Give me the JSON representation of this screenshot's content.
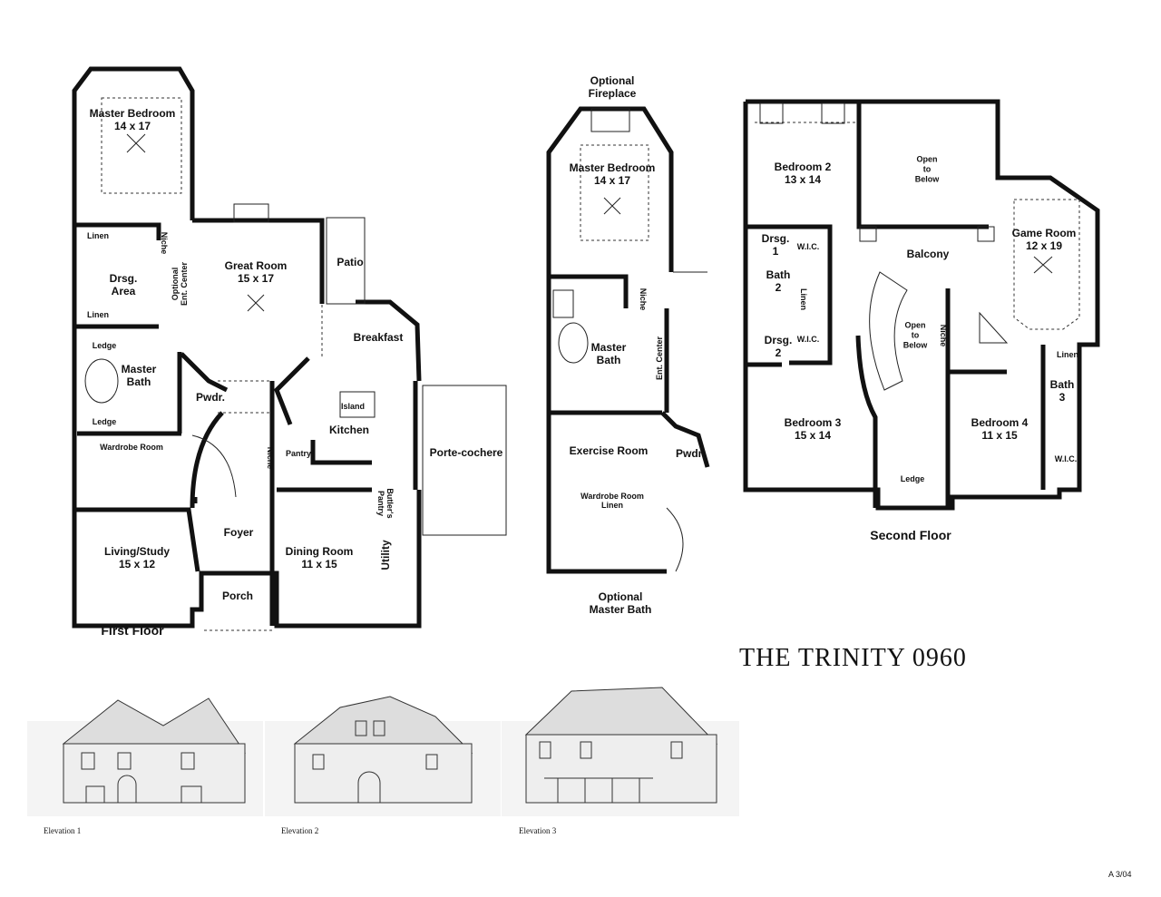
{
  "title": "THE TRINITY  0960",
  "sheet_code": "A 3/04",
  "first_floor": {
    "label": "First Floor",
    "rooms": {
      "master_bedroom": "Master Bedroom",
      "master_bedroom_size": "14 x 17",
      "linen_1": "Linen",
      "linen_2": "Linen",
      "niche_1": "Niche",
      "drsg_area": "Drsg.",
      "drsg_area_2": "Area",
      "optional_ent_1": "Optional",
      "optional_ent_2": "Ent. Center",
      "great_room": "Great Room",
      "great_room_size": "15 x 17",
      "patio": "Patio",
      "breakfast": "Breakfast",
      "ledge_1": "Ledge",
      "ledge_2": "Ledge",
      "master_bath": "Master",
      "master_bath_2": "Bath",
      "pwdr": "Pwdr.",
      "island": "Island",
      "kitchen": "Kitchen",
      "wardrobe_room": "Wardrobe Room",
      "niche_2": "Niche",
      "pantry": "Pantry",
      "porte_cochere": "Porte-cochere",
      "butlers_pantry_1": "Butler's",
      "butlers_pantry_2": "Pantry",
      "foyer": "Foyer",
      "living_study": "Living/Study",
      "living_study_size": "15 x 12",
      "dining_room": "Dining Room",
      "dining_room_size": "11 x 15",
      "utility": "Utility",
      "porch": "Porch"
    }
  },
  "optional_plan": {
    "fireplace_1": "Optional",
    "fireplace_2": "Fireplace",
    "master_bedroom": "Master Bedroom",
    "master_bedroom_size": "14 x 17",
    "niche": "Niche",
    "master_bath": "Master",
    "master_bath_2": "Bath",
    "ent_center": "Ent. Center",
    "exercise_room": "Exercise Room",
    "pwdr": "Pwdr.",
    "wardrobe_room": "Wardrobe Room",
    "linen": "Linen",
    "caption_1": "Optional",
    "caption_2": "Master Bath"
  },
  "second_floor": {
    "label": "Second Floor",
    "rooms": {
      "bedroom_2": "Bedroom 2",
      "bedroom_2_size": "13 x 14",
      "open_below_1a": "Open",
      "open_below_1b": "to",
      "open_below_1c": "Below",
      "drsg_1a": "Drsg.",
      "drsg_1b": "1",
      "wic_1": "W.I.C.",
      "balcony": "Balcony",
      "game_room": "Game Room",
      "game_room_size": "12 x 19",
      "bath_2a": "Bath",
      "bath_2b": "2",
      "linen_1": "Linen",
      "open_below_2a": "Open",
      "open_below_2b": "to",
      "open_below_2c": "Below",
      "niche": "Niche",
      "drsg_2a": "Drsg.",
      "drsg_2b": "2",
      "wic_2": "W.I.C.",
      "linen_2": "Linen",
      "bath_3a": "Bath",
      "bath_3b": "3",
      "bedroom_3": "Bedroom 3",
      "bedroom_3_size": "15 x 14",
      "bedroom_4": "Bedroom 4",
      "bedroom_4_size": "11 x 15",
      "wic_3": "W.I.C.",
      "ledge": "Ledge"
    }
  },
  "elevations": [
    "Elevation 1",
    "Elevation 2",
    "Elevation 3"
  ]
}
